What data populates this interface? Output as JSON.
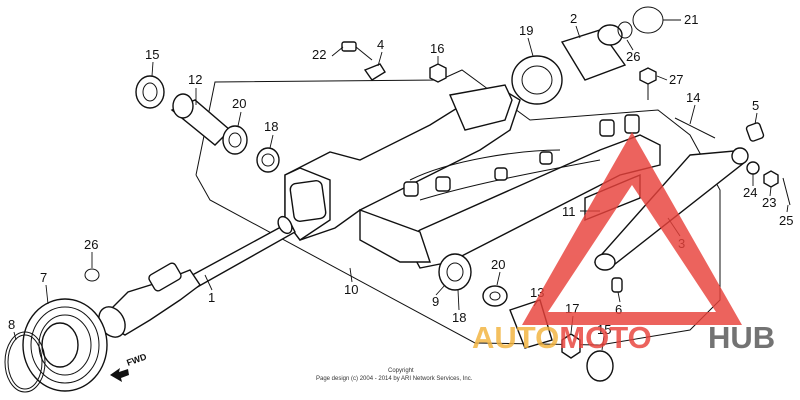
{
  "callouts": [
    "1",
    "2",
    "3",
    "4",
    "5",
    "6",
    "7",
    "8",
    "9",
    "10",
    "11",
    "12",
    "13",
    "14",
    "15",
    "16",
    "17",
    "18",
    "19",
    "20",
    "21",
    "22",
    "23",
    "24",
    "25",
    "26",
    "27"
  ],
  "labels": {
    "p15a": "15",
    "p12": "12",
    "p20a": "20",
    "p18a": "18",
    "p22": "22",
    "p4": "4",
    "p16": "16",
    "p19": "19",
    "p2": "2",
    "p21": "21",
    "p26a": "26",
    "p27": "27",
    "p14": "14",
    "p5": "5",
    "p24": "24",
    "p23": "23",
    "p25": "25",
    "p11": "11",
    "p3": "3",
    "p26b": "26",
    "p7": "7",
    "p1": "1",
    "p10": "10",
    "p8": "8",
    "p20b": "20",
    "p9": "9",
    "p18b": "18",
    "p13": "13",
    "p17": "17",
    "p6": "6",
    "p15b": "15"
  },
  "fwd_label": "FWD",
  "copyright": {
    "line1": "Copyright",
    "line2": "Page design (c) 2004 - 2014 by ARI Network Services, Inc."
  },
  "watermark": {
    "word1": "AUTOMOTO",
    "word2": "HUB",
    "auto_color": "#f2b33d",
    "moto_color": "#e8413a",
    "hub_color": "#555555",
    "triangle_color": "#e8413a"
  }
}
